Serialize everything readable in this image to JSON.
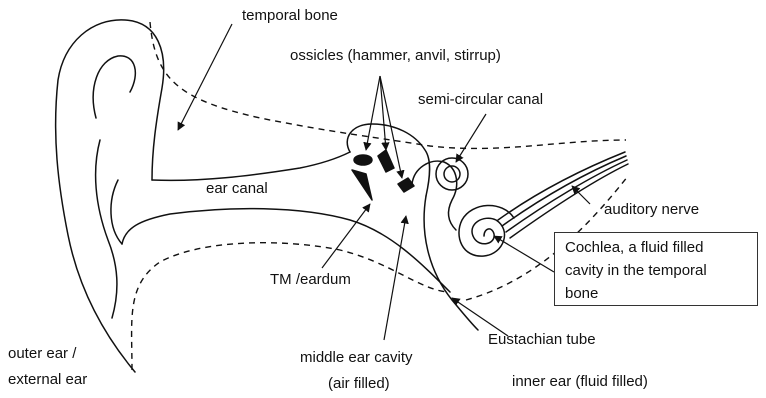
{
  "labels": {
    "temporal_bone": "temporal bone",
    "ossicles": "ossicles (hammer, anvil, stirrup)",
    "semicircular_canal": "semi-circular canal",
    "ear_canal": "ear canal",
    "auditory_nerve": "auditory nerve",
    "tm_eardrum": "TM /eardum",
    "eustachian_tube": "Eustachian tube",
    "outer_ear_line1": "outer ear /",
    "outer_ear_line2": "external ear",
    "middle_ear_line1": "middle ear cavity",
    "middle_ear_line2": "(air filled)",
    "inner_ear": "inner ear (fluid filled)"
  },
  "cochlea_callout": {
    "line1": "Cochlea, a fluid filled",
    "line2": "cavity in the temporal",
    "line3": "bone"
  },
  "colors": {
    "stroke": "#111111",
    "background": "#ffffff"
  }
}
